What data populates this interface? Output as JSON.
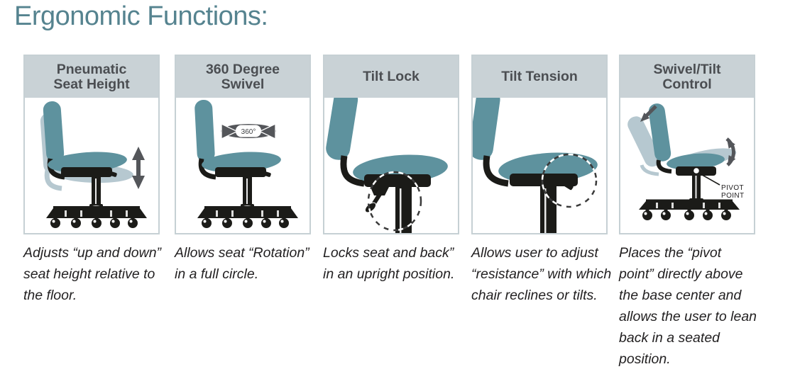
{
  "title": "Ergonomic Functions:",
  "colors": {
    "title_text": "#55838f",
    "header_bg": "#c9d2d6",
    "header_text": "#4b4e52",
    "panel_border": "#c6d0d4",
    "chair_teal": "#5e929e",
    "chair_ghost_blue": "#b6c8d0",
    "chair_black": "#1b1b18",
    "arrow_gray": "#54565a",
    "description_text": "#232122"
  },
  "panels": [
    {
      "title": "Pneumatic Seat Height",
      "description": "Adjusts “up and down” seat height relative to the floor.",
      "illustration": "chair-side-view-with-up-down-arrow"
    },
    {
      "title": "360 Degree Swivel",
      "description": "Allows seat “Rotation” in a full circle.",
      "illustration": "chair-side-view-with-rotation-disc",
      "annotation": "360°"
    },
    {
      "title": "Tilt Lock",
      "description": "Locks seat and back” in an upright position.",
      "illustration": "seat-closeup-lock-lever-circled"
    },
    {
      "title": "Tilt Tension",
      "description": "Allows user to adjust “resistance” with which chair reclines or tilts.",
      "illustration": "seat-closeup-tension-knob-circled"
    },
    {
      "title": "Swivel/Tilt Control",
      "description": "Places the “pivot point” directly above the base center and allows the user to lean back in a seated position.",
      "illustration": "chair-side-view-reclining-pivot-point",
      "annotation_line1": "PIVOT",
      "annotation_line2": "POINT"
    }
  ]
}
